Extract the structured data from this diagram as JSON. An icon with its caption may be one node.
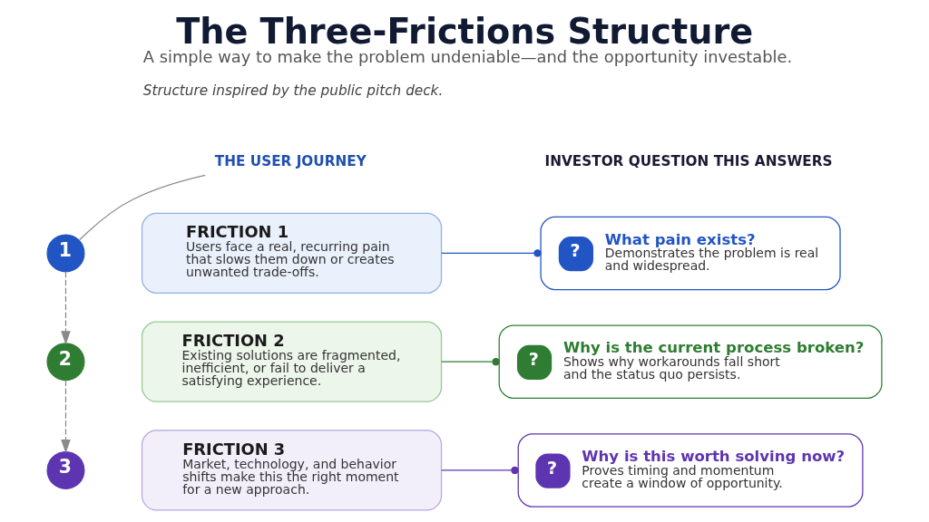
{
  "diagram": {
    "title": "The Three-Frictions Structure",
    "nodes": [
      {
        "text": [
          "THE USER JOURNEY"
        ]
      },
      {
        "text": [
          "1"
        ]
      },
      {
        "text": [
          "FRICTION 1",
          "Users face a real, recurring pain that slows them down or creates unwanted trade-offs."
        ]
      },
      {
        "text": [
          "?",
          "What pain exists?",
          "Demonstrates the problem is real and widespread."
        ]
      },
      {
        "text": [
          "2"
        ]
      },
      {
        "text": [
          "FRICTION 2",
          "Existing solutions are fragmented, inefficient, or fail to deliver a satisfying experience."
        ]
      },
      {
        "text": [
          "?",
          "Why is the current process broken?",
          "Shows why workarounds fall short and the status quo persists."
        ]
      },
      {
        "text": [
          "3"
        ]
      },
      {
        "text": [
          "FRICTION 3",
          "Market, technology, and behavior shifts make this the right moment for a new approach."
        ]
      },
      {
        "text": [
          "?",
          "Why is this worth solving now?",
          "Proves timing and momentum create a window of opportunity."
        ]
      }
    ],
    "edges": [
      {
        "from": 0,
        "to": 1,
        "arrow": "none"
      },
      {
        "from": 1,
        "to": 4,
        "arrow": "to",
        "style": "dashed"
      },
      {
        "from": 4,
        "to": 7,
        "arrow": "to",
        "style": "dashed"
      },
      {
        "from": 2,
        "to": 3,
        "arrow": "other",
        "color": "#2255c4"
      },
      {
        "from": 5,
        "to": 6,
        "arrow": "other",
        "color": "#2e7d32"
      },
      {
        "from": 8,
        "to": 9,
        "arrow": "other",
        "color": "#5e35b1"
      }
    ],
    "labels": [
      "A simple way to make the problem undeniable—and the opportunity investable.",
      "INVESTOR QUESTION THIS ANSWERS",
      "Structure inspired by the public pitch deck."
    ]
  }
}
